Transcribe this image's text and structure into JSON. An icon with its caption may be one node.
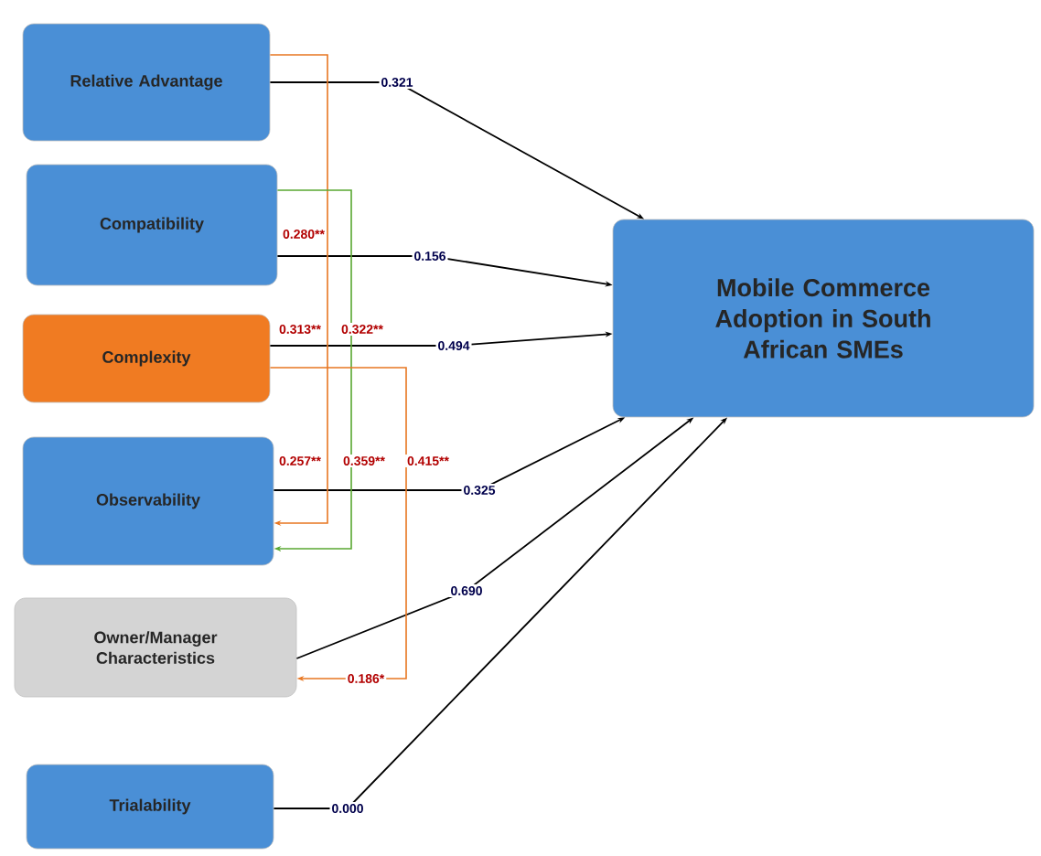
{
  "diagram": {
    "nodes": [
      {
        "text": [
          "Relative Advantage"
        ]
      },
      {
        "text": [
          "Compatibility"
        ]
      },
      {
        "text": [
          "Complexity"
        ]
      },
      {
        "text": [
          "Observability"
        ]
      },
      {
        "text": [
          "Owner/Manager Characteristics"
        ]
      },
      {
        "text": [
          "Trialability"
        ]
      },
      {
        "text": [
          "Mobile Commerce Adoption in South African SMEs"
        ]
      }
    ],
    "edges": [
      {
        "from": 0,
        "to": 6,
        "arrow": "to",
        "label": "0.321"
      },
      {
        "from": 1,
        "to": 6,
        "arrow": "to",
        "label": "0.156"
      },
      {
        "from": 2,
        "to": 6,
        "arrow": "to",
        "label": "0.494"
      },
      {
        "from": 3,
        "to": 6,
        "arrow": "to",
        "label": "0.325"
      },
      {
        "from": 4,
        "to": 6,
        "arrow": "to",
        "label": "0.690"
      },
      {
        "from": 5,
        "to": 6,
        "arrow": "to",
        "label": "0.000"
      },
      {
        "from": 0,
        "to": 3,
        "arrow": "to",
        "label": "0.280**",
        "color": "#e87722"
      },
      {
        "from": 1,
        "to": 3,
        "arrow": "to",
        "label": "0.322**",
        "color": "#5aa832"
      },
      {
        "from": 2,
        "to": 4,
        "arrow": "to",
        "label": "0.186*",
        "color": "#e87722"
      }
    ],
    "labels": [
      "0.313**",
      "0.257**",
      "0.359**",
      "0.415**"
    ]
  }
}
